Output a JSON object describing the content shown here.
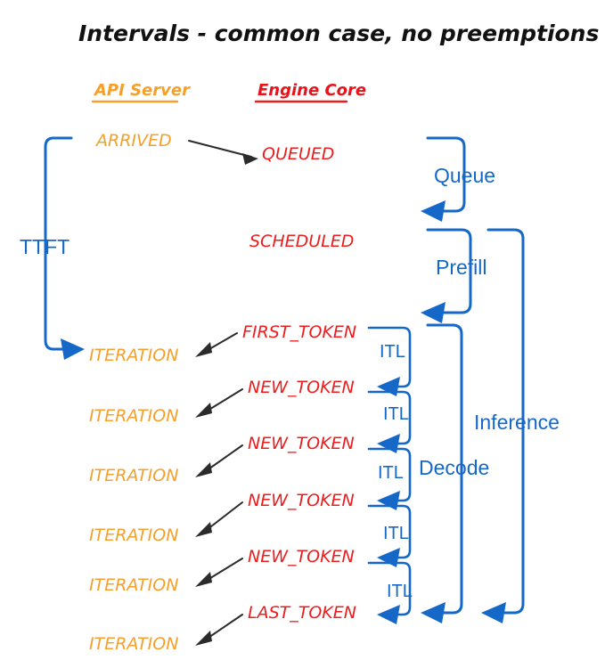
{
  "diagram": {
    "title": "Intervals - common case, no preemptions",
    "columns": [
      {
        "label": "API Server",
        "color": "#F5A02A"
      },
      {
        "label": "Engine Core",
        "color": "#EE1C1C"
      }
    ],
    "colors": {
      "api_server": "#F5A02A",
      "engine_core": "#EE1C1C",
      "interval": "#1668C8",
      "arrow": "#2b2b2b",
      "background": "#ffffff"
    },
    "api_events": [
      {
        "label": "ARRIVED"
      },
      {
        "label": "ITERATION"
      },
      {
        "label": "ITERATION"
      },
      {
        "label": "ITERATION"
      },
      {
        "label": "ITERATION"
      },
      {
        "label": "ITERATION"
      },
      {
        "label": "ITERATION"
      }
    ],
    "engine_events": [
      {
        "label": "QUEUED"
      },
      {
        "label": "SCHEDULED"
      },
      {
        "label": "FIRST_TOKEN"
      },
      {
        "label": "NEW_TOKEN"
      },
      {
        "label": "NEW_TOKEN"
      },
      {
        "label": "NEW_TOKEN"
      },
      {
        "label": "NEW_TOKEN"
      },
      {
        "label": "LAST_TOKEN"
      }
    ],
    "intervals": [
      {
        "label": "TTFT"
      },
      {
        "label": "Queue"
      },
      {
        "label": "Prefill"
      },
      {
        "label": "Decode"
      },
      {
        "label": "Inference"
      }
    ],
    "itl_labels": [
      {
        "label": "ITL"
      },
      {
        "label": "ITL"
      },
      {
        "label": "ITL"
      },
      {
        "label": "ITL"
      },
      {
        "label": "ITL"
      }
    ]
  }
}
